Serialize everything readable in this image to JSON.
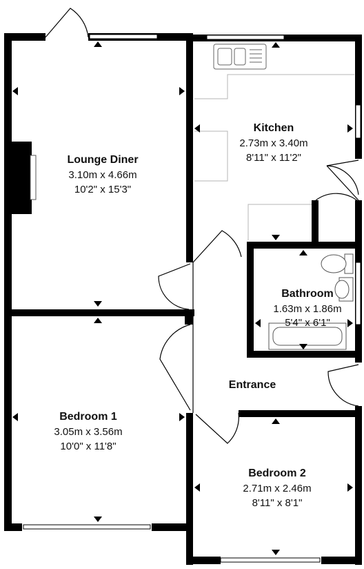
{
  "rooms": {
    "lounge": {
      "name": "Lounge Diner",
      "metric": "3.10m x 4.66m",
      "imperial": "10'2\" x 15'3\""
    },
    "kitchen": {
      "name": "Kitchen",
      "metric": "2.73m x 3.40m",
      "imperial": "8'11\" x 11'2\""
    },
    "bathroom": {
      "name": "Bathroom",
      "metric": "1.63m x 1.86m",
      "imperial": "5'4\" x 6'1\""
    },
    "entrance": {
      "name": "Entrance"
    },
    "bedroom1": {
      "name": "Bedroom 1",
      "metric": "3.05m x 3.56m",
      "imperial": "10'0\" x 11'8\""
    },
    "bedroom2": {
      "name": "Bedroom 2",
      "metric": "2.71m x 2.46m",
      "imperial": "8'11\" x 8'1\""
    }
  },
  "colors": {
    "wall": "#000000",
    "fixture": "#b5b5b5",
    "background": "#ffffff"
  }
}
